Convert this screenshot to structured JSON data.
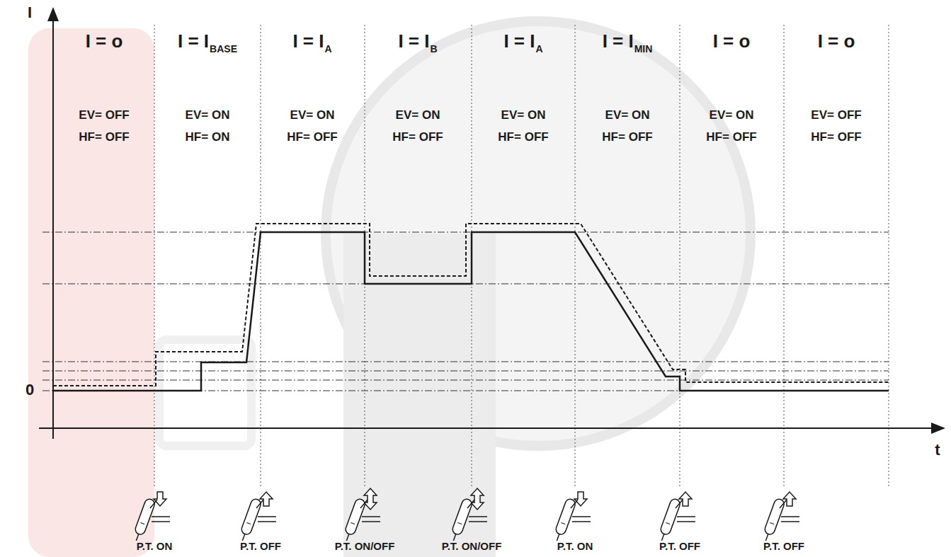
{
  "diagram": {
    "labels": [
      "I",
      "0",
      "t",
      "I = o",
      "EV= OFF",
      "HF= OFF",
      "I = I",
      "BASE",
      "EV= ON",
      "HF= ON",
      "I = I",
      "A",
      "EV= ON",
      "HF= OFF",
      "I = I",
      "B",
      "EV= ON",
      "HF= OFF",
      "I = I",
      "A",
      "EV= ON",
      "HF= OFF",
      "I = I",
      "MIN",
      "EV= ON",
      "HF= OFF",
      "I = o",
      "EV= ON",
      "HF= OFF",
      "I = o",
      "EV= OFF",
      "HF= OFF",
      "P.T. ON",
      "P.T. OFF",
      "P.T. ON/OFF",
      "P.T. ON/OFF",
      "P.T. ON",
      "P.T. OFF",
      "P.T. OFF"
    ]
  }
}
